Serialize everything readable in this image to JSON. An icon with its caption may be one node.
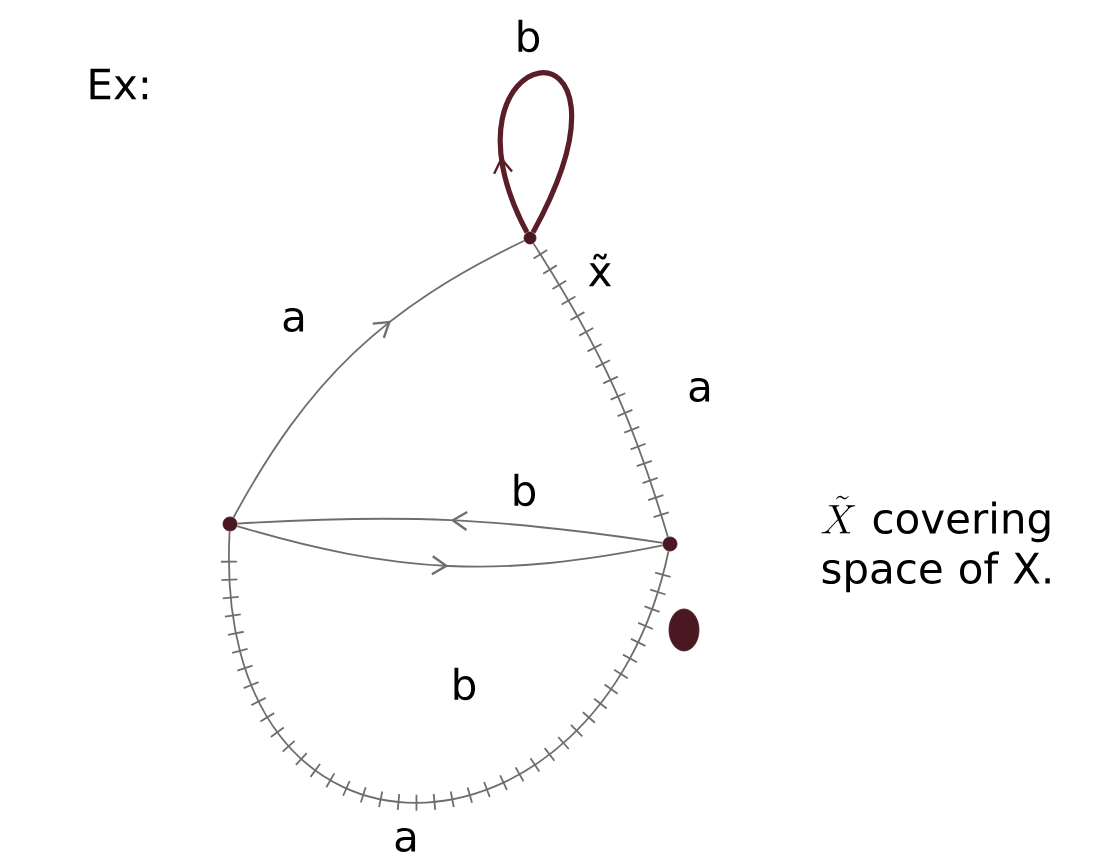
{
  "diagram": {
    "nodes": [
      {
        "text": [],
        "shape": "circle",
        "beside": [
          "x̃"
        ]
      },
      {
        "text": [],
        "shape": "circle"
      },
      {
        "text": [],
        "shape": "circle"
      },
      {
        "text": [],
        "shape": "circle"
      }
    ],
    "edges": [
      {
        "from": 0,
        "to": 0,
        "arrow": "to",
        "label": "b",
        "style": "thick",
        "color": "#5a1e28"
      },
      {
        "from": 1,
        "to": 0,
        "arrow": "to",
        "label": "a"
      },
      {
        "from": 0,
        "to": 2,
        "arrow": "none",
        "label": "a"
      },
      {
        "from": 2,
        "to": 1,
        "arrow": "to",
        "label": "b"
      },
      {
        "from": 1,
        "to": 2,
        "arrow": "to",
        "label": "b"
      },
      {
        "from": 1,
        "to": 2,
        "arrow": "none",
        "label": "a"
      }
    ],
    "labels": [
      "Ex:",
      "\\tilde{X}",
      "covering space of X."
    ]
  }
}
